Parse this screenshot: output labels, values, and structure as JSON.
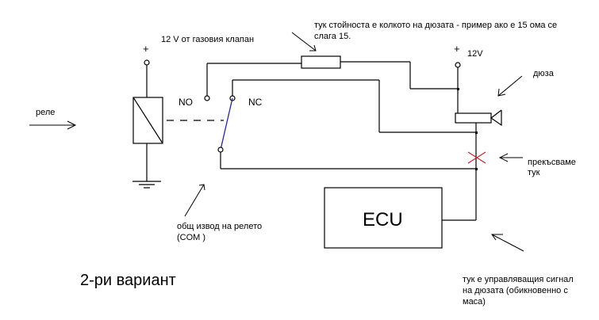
{
  "diagram": {
    "title": "2-ри вариант",
    "colors": {
      "wire": "#000000",
      "switch_arm": "#2a2a8a",
      "cut_mark": "#c0202a",
      "background": "#ffffff"
    },
    "labels": {
      "relay": "реле",
      "valve_supply": "12 V от газовия клапан",
      "plus_left": "+",
      "plus_right": "+",
      "supply_right": "12V",
      "no_contact": "NO",
      "nc_contact": "NC",
      "resistor_note_line1": "тук стойноста е колкото на дюзата - пример ако е 15 ома се",
      "resistor_note_line2": "слага 15.",
      "injector": "дюза",
      "cut_here_line1": "прекъсваме",
      "cut_here_line2": "тук",
      "common_line1": "общ извод на релето",
      "common_line2": "(COM )",
      "ecu": "ECU",
      "control_line1": "тук е управляващия сигнал",
      "control_line2": "на дюзата (обикновенно с",
      "control_line3": "маса)"
    },
    "components": [
      {
        "id": "relay-coil",
        "type": "relay-coil"
      },
      {
        "id": "relay-switch",
        "type": "spdt-switch",
        "contacts": [
          "NO",
          "NC",
          "COM"
        ]
      },
      {
        "id": "resistor",
        "type": "resistor"
      },
      {
        "id": "injector",
        "type": "injector"
      },
      {
        "id": "ecu",
        "type": "block",
        "label": "ECU"
      },
      {
        "id": "ground",
        "type": "ground"
      },
      {
        "id": "cut-point",
        "type": "cut-mark"
      }
    ]
  }
}
